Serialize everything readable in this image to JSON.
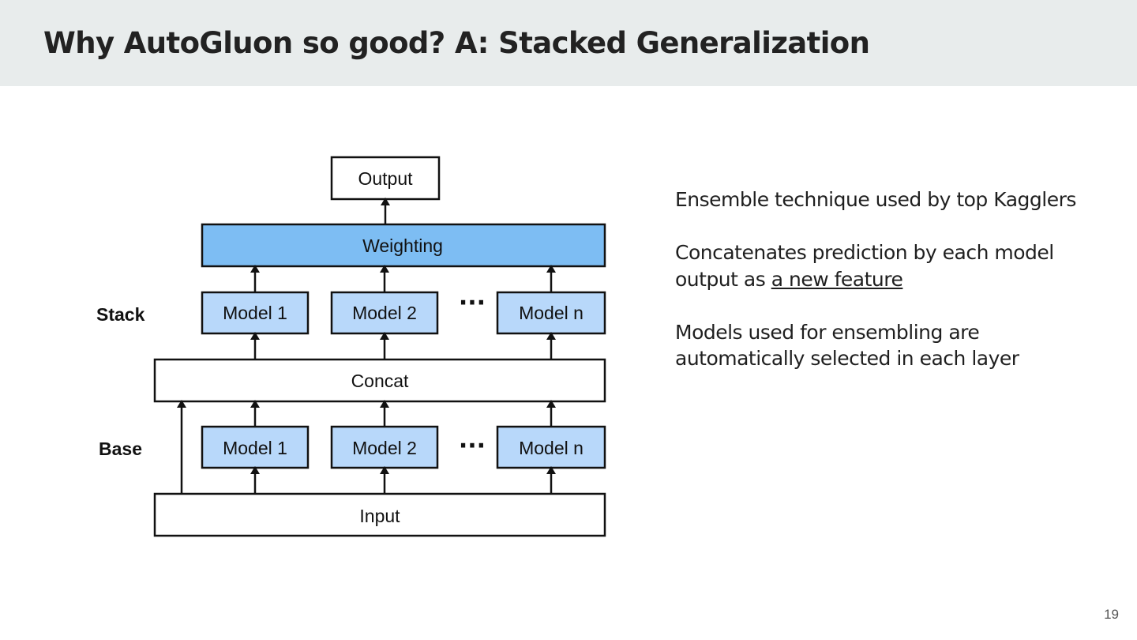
{
  "slide": {
    "title": "Why AutoGluon so good? A: Stacked Generalization",
    "page_number": "19"
  },
  "diagram": {
    "output": "Output",
    "weighting": "Weighting",
    "stack_label": "Stack",
    "base_label": "Base",
    "stack_models": [
      "Model 1",
      "Model 2",
      "Model n"
    ],
    "base_models": [
      "Model 1",
      "Model 2",
      "Model n"
    ],
    "ellipsis": "···",
    "concat": "Concat",
    "input": "Input",
    "colors": {
      "weighting_fill": "#7dbdf3",
      "model_fill": "#b8d8fa",
      "stroke": "#111111"
    }
  },
  "content": {
    "bullet1": "Ensemble technique used by top Kagglers",
    "bullet2_before": "Concatenates prediction by each model output as ",
    "bullet2_link": "a new feature",
    "bullet3": "Models used for ensembling are automatically selected in each layer"
  }
}
